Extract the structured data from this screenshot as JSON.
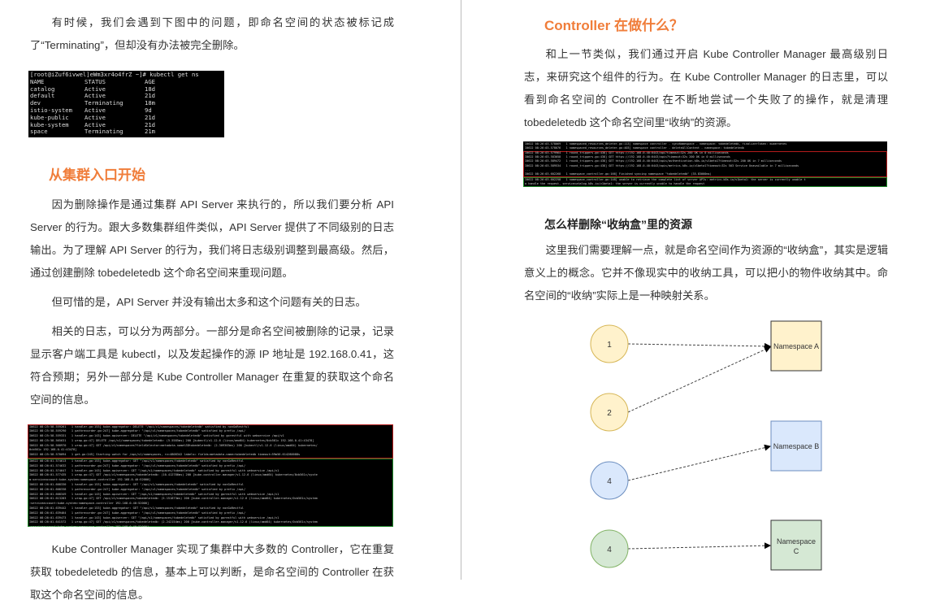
{
  "left": {
    "intro": "有时候，我们会遇到下图中的问题，即命名空间的状态被标记成了“Terminating”，但却没有办法被完全删除。",
    "terminal": {
      "prompt": "[root@iZuf6ivwel]eWm3xr4o4frZ ~]# kubectl get ns",
      "headers": [
        "NAME",
        "STATUS",
        "AGE"
      ],
      "rows": [
        [
          "catalog",
          "Active",
          "18d"
        ],
        [
          "default",
          "Active",
          "21d"
        ],
        [
          "dev",
          "Terminating",
          "18m"
        ],
        [
          "istio-system",
          "Active",
          "9d"
        ],
        [
          "kube-public",
          "Active",
          "21d"
        ],
        [
          "kube-system",
          "Active",
          "21d"
        ],
        [
          "space",
          "Terminating",
          "21m"
        ]
      ]
    },
    "section_title": "从集群入口开始",
    "para1": "因为删除操作是通过集群 API Server 来执行的，所以我们要分析 API Server 的行为。跟大多数集群组件类似，API Server 提供了不同级别的日志输出。为了理解 API Server 的行为，我们将日志级别调整到最高级。然后，通过创建删除 tobedeletedb 这个命名空间来重现问题。",
    "para2": "但可惜的是，API Server 并没有输出太多和这个问题有关的日志。",
    "para3": "相关的日志，可以分为两部分。一部分是命名空间被删除的记录，记录显示客户端工具是 kubectl，以及发起操作的源 IP 地址是 192.168.0.41，这符合预期；另外一部分是 Kube Controller Manager 在重复的获取这个命名空间的信息。",
    "log_red": "I0622 08:25:58.559261   1 handler.go:153] kube-aggregator: DELETE \"/api/v1/namespaces/tobedeletedb\" satisfied by nonGoRestful\nI0622 08:25:58.559290   1 pathrecorder.go:247] kube-aggregator: \"/api/v1/namespaces/tobedeletedb\" satisfied by prefix /api/\nI0622 08:25:58.559331   1 handler.go:143] kube-apiserver: DELETE \"/api/v1/namespaces/tobedeletedb\" satisfied by gorestful with webservice /api/v1\nI0622 08:25:58.565631   1 wrap.go:47] DELETE /api/v1/namespaces/tobedeletedb: (5.5585ms) 200 [kubectl/v1.12.6 (linux/amd64) kubernetes/0cb561c 192.168.0.41:43478]\nI0622 08:25:58.568970   1 wrap.go:47] GET /api/v1/namespaces?fieldSelector=metadata.name%3Dtobedeletedb: (2.309303ms) 200 [kubectl/v1.12.6 (linux/amd64) kubernetes/\n0cb561c 192.168.0.41:43478]\nI0622 08:25:58.570094   1 get.go:245] Starting watch for /api/v1/namespaces, rv=4808342 labels= fields=metadata.name=tobedeletedb timeout=59m56.614280088s",
    "log_green": "I0622 08:26:01.574613   1 handler.go:153] kube-aggregator: GET \"/api/v1/namespaces/tobedeletedb\" satisfied by nonGoRestful\nI0622 08:26:01.574632   1 pathrecorder.go:247] kube-aggregator: \"/api/v1/namespaces/tobedeletedb\" satisfied by prefix /api/\nI0622 08:26:01.574647   1 handler.go:143] kube-apiserver: GET \"/api/v1/namespaces/tobedeletedb\" satisfied by gorestful with webservice /api/v1\nI0622 08:26:01.577435   1 wrap.go:47] GET /api/v1/namespaces/tobedeletedb: (10.412786ms) 200 [kube-controller-manager/v1.12.6 (linux/amd64) kubernetes/0cb561c/syste\nm:serviceaccount:kube-system:namespace-controller 192.168.0.40:52000]\nI0622 08:26:01.608330   1 handler.go:153] kube-aggregator: GET \"/api/v1/namespaces/tobedeletedb\" satisfied by nonGoRestful\nI0622 08:26:01.608338   1 pathrecorder.go:247] kube-aggregator: \"/api/v1/namespaces/tobedeletedb\" satisfied by prefix /api/\nI0622 08:26:01.608349   1 handler.go:143] kube-apiserver: GET \"/api/v1/namespaces/tobedeletedb\" satisfied by gorestful with webservice /api/v1\nI0622 08:26:01.613283   1 wrap.go:47] GET /api/v1/namespaces/tobedeletedb: (5.151873ms) 200 [kube-controller-manager/v1.12.6 (linux/amd64) kubernetes/0cb561c/system\n:serviceaccount:kube-system:namespace-controller 192.168.0.40:52000]\nI0622 08:26:01.639442   1 handler.go:153] kube-aggregator: GET \"/api/v1/namespaces/tobedeletedb\" satisfied by nonGoRestful\nI0622 08:26:01.639464   1 pathrecorder.go:247] kube-aggregator: \"/api/v1/namespaces/tobedeletedb\" satisfied by prefix /api/\nI0622 08:26:01.639473   1 handler.go:143] kube-apiserver: GET \"/api/v1/namespaces/tobedeletedb\" satisfied by gorestful with webservice /api/v1\nI0622 08:26:01.641572   1 wrap.go:47] GET /api/v1/namespaces/tobedeletedb: (2.242154ms) 200 [kube-controller-manager/v1.12.6 (linux/amd64) kubernetes/0cb561c/system\n:serviceaccount:kube-system:namespace-controller 192.168.0.40:52000]",
    "para4": "Kube Controller Manager 实现了集群中大多数的 Controller，它在重复获取 tobedeletedb 的信息，基本上可以判断，是命名空间的 Controller 在获取这个命名空间的信息。"
  },
  "right": {
    "section_title": "Controller 在做什么？",
    "para1": "和上一节类似，我们通过开启 Kube Controller Manager 最高级别日志，来研究这个组件的行为。在 Kube Controller Manager 的日志里，可以看到命名空间的 Controller 在不断地尝试一个失败了的操作，就是清理 tobedeletedb 这个命名空间里“收纳”的资源。",
    "log_top": "I0622 08:26:03.578069   1 namespaced_resources_deleter.go:113] namespace controller - syncNamespace - namespace: tobedeletedb, finalizerToken: kubernetes\nI0622 08:26:03.578076   1 namespaced_resources_deleter.go:403] namespace controller - deleteAllContent - namespace: tobedeletedb",
    "log_red": "I0622 08:26:03.579964   1 round_trippers.go:438] GET https://192.168.0.40:6443/api?timeout=32s 200 OK in 0 milliseconds\nI0622 08:26:03.583058   1 round_trippers.go:438] GET https://192.168.0.40:6443/apis?timeout=32s 200 OK in 0 milliseconds\nI0622 08:26:03.589472   1 round_trippers.go:438] GET https://192.168.0.40:6443/apis/authentication.k8s.io/v1beta1?timeout=32s 200 OK in 7 milliseconds\nI0622 08:26:03.589534   1 round_trippers.go:438] GET https://192.168.0.40:6443/apis/metrics.k8s.io/v1beta1?timeout=32s 503 Service Unavailable in 7 milliseconds\n...\nI0622 08:26:03.602268   1 namespace_controller.go:166] Finished syncing namespace \"tobedeletedb\" (35.83000ms)",
    "log_green": "I0622 08:26:03.602258   1 namespace_controller.go:148] unable to retrieve the complete list of server APIs: metrics.k8s.io/v1beta1: the server is currently unable t\no handle the request, servicecatalog.k8s.io/v1beta1: the server is currently unable to handle the request",
    "subsection_title": "怎么样删除“收纳盒”里的资源",
    "para2": "这里我们需要理解一点，就是命名空间作为资源的“收纳盒”，其实是逻辑意义上的概念。它并不像现实中的收纳工具，可以把小的物件收纳其中。命名空间的“收纳”实际上是一种映射关系。",
    "diagram": {
      "nodes": [
        {
          "label": "1",
          "fill": "#fff2cc",
          "stroke": "#d6b656"
        },
        {
          "label": "2",
          "fill": "#fff2cc",
          "stroke": "#d6b656"
        },
        {
          "label": "4",
          "fill": "#dae8fc",
          "stroke": "#6c8ebf"
        },
        {
          "label": "4",
          "fill": "#d5e8d4",
          "stroke": "#82b366"
        }
      ],
      "namespaces": [
        {
          "label": "Namespace A",
          "fill": "#fff2cc",
          "stroke": "#333333"
        },
        {
          "label": "Namespace B",
          "fill": "#dae8fc",
          "stroke": "#6c8ebf"
        },
        {
          "label": "Namespace",
          "label2": "C",
          "fill": "#d5e8d4",
          "stroke": "#333333"
        }
      ]
    }
  },
  "colors": {
    "heading": "#f07d3a",
    "text": "#333333",
    "terminal_bg": "#000000"
  }
}
